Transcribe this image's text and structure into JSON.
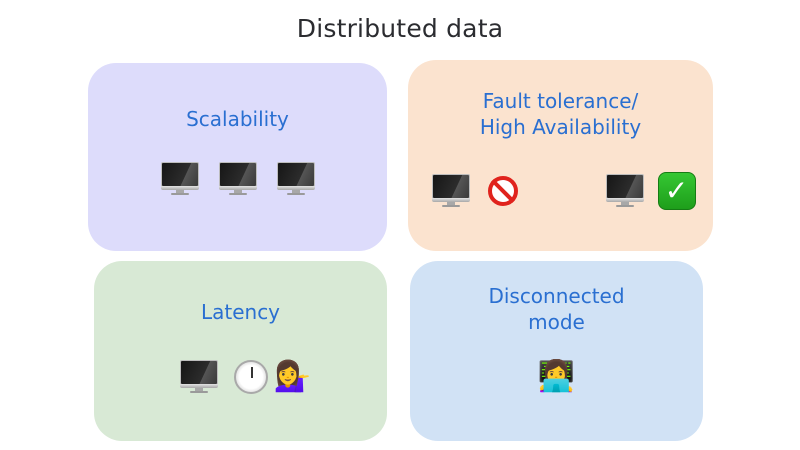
{
  "title": "Distributed data",
  "colors": {
    "title": "#2b2c30",
    "label": "#2a6fd1",
    "scalability_bg": "#dddcfb",
    "fault_tolerance_bg": "#fbe3cf",
    "latency_bg": "#d8e9d5",
    "disconnected_bg": "#d1e2f5"
  },
  "cards": [
    {
      "id": "scalability",
      "label_lines": [
        "Scalability"
      ],
      "icons": [
        "desktop-computer-icon",
        "desktop-computer-icon",
        "desktop-computer-icon"
      ]
    },
    {
      "id": "fault-tolerance",
      "label_lines": [
        "Fault tolerance/",
        "High Availability"
      ],
      "icons": [
        "desktop-computer-icon",
        "prohibited-icon",
        "desktop-computer-icon",
        "check-mark-button-icon"
      ]
    },
    {
      "id": "latency",
      "label_lines": [
        "Latency"
      ],
      "icons": [
        "desktop-computer-icon",
        "clock-icon",
        "woman-tipping-hand-icon"
      ],
      "emoji": {
        "woman_tipping_hand": "💁‍♀️"
      }
    },
    {
      "id": "disconnected-mode",
      "label_lines": [
        "Disconnected",
        "mode"
      ],
      "icons": [
        "woman-technologist-icon"
      ],
      "emoji": {
        "woman_technologist": "👩‍💻"
      }
    }
  ]
}
